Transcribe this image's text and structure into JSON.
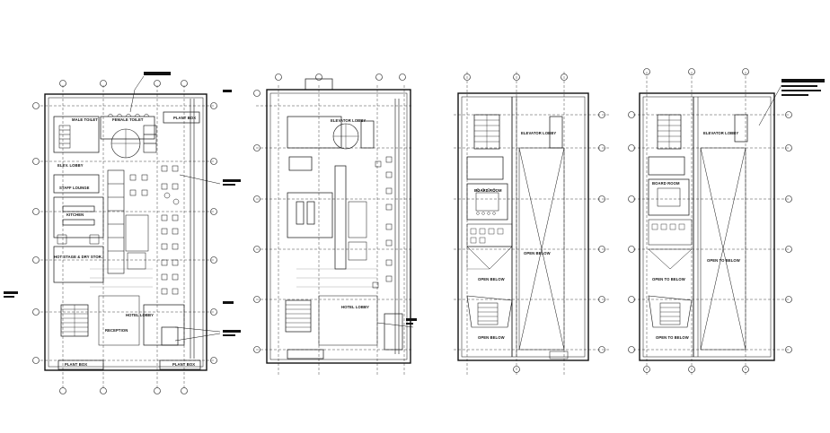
{
  "plans": [
    {
      "rooms": {
        "male_toilet": "MALE TOILET",
        "female_toilet": "FEMALE TOILET",
        "plant_box_top": "PLANT BOX",
        "elevator_lobby": "ELEV. LOBBY",
        "staff_lounge": "STAFF LOUNGE",
        "kitchen": "KITCHEN",
        "storage": "HOT STAGE & DRY STOR.",
        "hotel_lobby": "HOTEL LOBBY",
        "reception": "RECEPTION",
        "plant_box_left": "PLANT BOX",
        "plant_box_right": "PLANT BOX"
      }
    },
    {
      "rooms": {
        "elevator_lobby": "ELEVATOR LOBBY",
        "hotel_lobby": "HOTEL LOBBY"
      }
    },
    {
      "rooms": {
        "elevator_lobby": "ELEVATOR LOBBY",
        "board_room": "BOARD ROOM",
        "open_below_1": "OPEN BELOW",
        "open_below_2": "OPEN BELOW",
        "open_below_3": "OPEN BELOW"
      }
    },
    {
      "rooms": {
        "elevator_lobby": "ELEVATOR LOBBY",
        "board_room": "BOARD ROOM",
        "open_below_1": "OPEN TO BELOW",
        "open_below_2": "OPEN TO BELOW",
        "open_below_3": "OPEN TO BELOW"
      }
    }
  ],
  "colors": {
    "ink": "#111111",
    "paper": "#ffffff"
  }
}
